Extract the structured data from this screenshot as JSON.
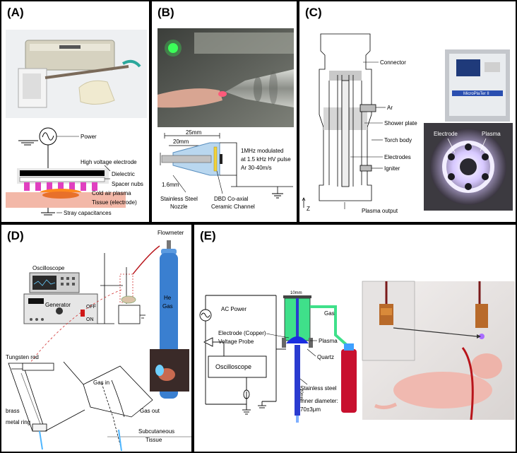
{
  "panels": {
    "A": {
      "label": "(A)",
      "labels": [
        "Power",
        "High voltage electrode",
        "Dielectric",
        "Spacer nubs",
        "Cold air plasma",
        "Tissue (electrode)",
        "Stray capacitances"
      ]
    },
    "B": {
      "label": "(B)",
      "dim_25": "25mm",
      "dim_20": "20mm",
      "dim_16": "1.6mm",
      "spec_1": "1MHz modulated",
      "spec_2": "at 1.5 kHz HV pulse",
      "spec_3": "Ar 30-40m/s",
      "nozzle_1": "Stainless Steel",
      "nozzle_2": "Nozzle",
      "channel_1": "DBD Co-axial",
      "channel_2": "Ceramic Channel"
    },
    "C": {
      "label": "(C)",
      "labels": [
        "Connector",
        "Ar",
        "Shower plate",
        "Torch body",
        "Electrodes",
        "Igniter",
        "Plasma output",
        "Z"
      ],
      "photo_electrode": "Electrode",
      "photo_plasma": "Plasma",
      "device_brand": "MicroPlaTer II"
    },
    "D": {
      "label": "(D)",
      "flowmeter": "Flowmeter",
      "oscilloscope": "Oscilloscope",
      "gas_1": "He",
      "gas_2": "Gas",
      "generator": "Generator",
      "off": "OFF",
      "on": "ON",
      "tungsten": "Tungsten rod",
      "gas_in": "Gas in",
      "gas_out": "Gas out",
      "brass_1": "brass",
      "brass_2": "metal ring",
      "tissue_1": "Subcutaneous",
      "tissue_2": "Tissue"
    },
    "E": {
      "label": "(E)",
      "ac_power": "AC Power",
      "electrode": "Electrode (Copper)",
      "voltage_probe": "Voltage Probe",
      "oscilloscope": "Oscilloscope",
      "gas": "Gas",
      "plasma": "Plasma",
      "quartz": "Quartz",
      "stainless": "Stainless steel",
      "inner_1": "Inner diameter:",
      "inner_2": "70±3μm",
      "dim_10": "10mm",
      "dim_20": "20mm"
    }
  },
  "colors": {
    "gas_tube": "#3fe08a",
    "electrode_blue": "#1a2ee0",
    "cylinder_blue": "#3a7fd0",
    "gas_bottle": "#c8102e",
    "plasma_glow": "#c9b8ff"
  }
}
